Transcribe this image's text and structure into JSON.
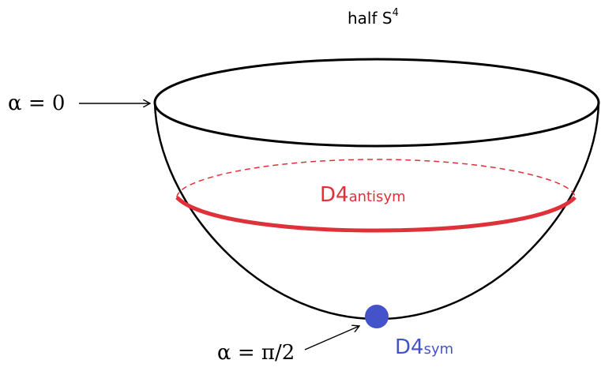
{
  "title": {
    "base": "half  S",
    "superscript": "4"
  },
  "labels": {
    "alpha_zero": "α = 0",
    "alpha_half_pi": "α = π/2",
    "d4_antisym": {
      "main": "D4",
      "sub": "antisym"
    },
    "d4_sym": {
      "main": "D4",
      "sub": "sym"
    }
  },
  "colors": {
    "outline": "#000000",
    "antisym": "#e0303a",
    "sym": "#4453c9"
  }
}
